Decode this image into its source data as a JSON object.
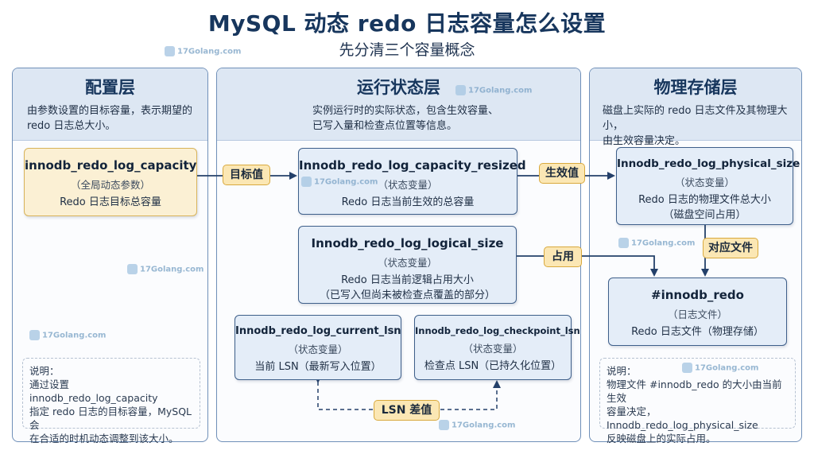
{
  "title": "MySQL 动态 redo 日志容量怎么设置",
  "subtitle": "先分清三个容量概念",
  "watermark": "17Golang.com",
  "panels": {
    "config": {
      "title": "配置层",
      "desc": [
        "由参数设置的目标容量，表示期望的",
        "redo 日志总大小。"
      ]
    },
    "runtime": {
      "title": "运行状态层",
      "desc": [
        "实例运行时的实际状态，包含生效容量、",
        "已写入量和检查点位置等信息。"
      ]
    },
    "physical": {
      "title": "物理存储层",
      "desc": [
        "磁盘上实际的 redo 日志文件及其物理大小，",
        "由生效容量决定。"
      ]
    }
  },
  "boxes": {
    "capacity": {
      "title": "innodb_redo_log_capacity",
      "kind": "（全局动态参数）",
      "desc": [
        "Redo 日志目标总容量"
      ]
    },
    "resized": {
      "title": "Innodb_redo_log_capacity_resized",
      "kind": "（状态变量）",
      "desc": [
        "Redo 日志当前生效的总容量"
      ]
    },
    "logical": {
      "title": "Innodb_redo_log_logical_size",
      "kind": "（状态变量）",
      "desc": [
        "Redo 日志当前逻辑占用大小",
        "（已写入但尚未被检查点覆盖的部分）"
      ]
    },
    "current_lsn": {
      "title": "Innodb_redo_log_current_lsn",
      "kind": "（状态变量）",
      "desc": [
        "当前 LSN（最新写入位置）"
      ]
    },
    "checkpoint_lsn": {
      "title": "Innodb_redo_log_checkpoint_lsn",
      "kind": "（状态变量）",
      "desc": [
        "检查点 LSN（已持久化位置）"
      ]
    },
    "physical_size": {
      "title": "Innodb_redo_log_physical_size",
      "kind": "（状态变量）",
      "desc": [
        "Redo 日志的物理文件总大小",
        "（磁盘空间占用）"
      ]
    },
    "redo_dir": {
      "title": "#innodb_redo",
      "kind": "（日志文件）",
      "desc": [
        "Redo 日志文件（物理存储）"
      ]
    }
  },
  "tags": {
    "target": "目标值",
    "effective": "生效值",
    "occupy": "占用",
    "files": "对应文件",
    "lsn_diff": "LSN 差值"
  },
  "notes": {
    "left": [
      "说明：",
      "通过设置 innodb_redo_log_capacity",
      "指定 redo 日志的目标容量，MySQL 会",
      "在合适的时机动态调整到该大小。"
    ],
    "right": [
      "说明：",
      "物理文件 #innodb_redo 的大小由当前生效",
      "容量决定，Innodb_redo_log_physical_size",
      "反映磁盘上的实际占用。"
    ]
  },
  "colors": {
    "accent": "#17365d",
    "tag_fill": "#fbe7b4",
    "box_fill": "#e4edf8",
    "config_box_fill": "#fbf0d4"
  }
}
